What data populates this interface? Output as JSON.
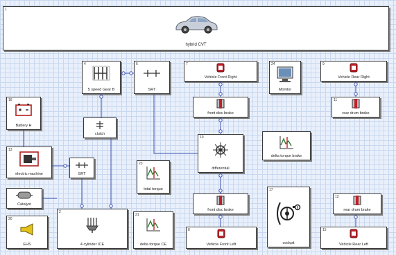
{
  "header": {
    "title": "hybrid CVT"
  },
  "blocks": {
    "speed_gear": {
      "num": "4",
      "label": "5 speed Gear B"
    },
    "srt_top": {
      "num": "6",
      "label": "SRT"
    },
    "vehicle_front_right": {
      "num": "7",
      "label": "Vehicle   Front Right"
    },
    "monitor": {
      "num": "24",
      "label": "Monitor"
    },
    "vehicle_rear_right": {
      "num": "9",
      "label": "Vehicle   Rear Right"
    },
    "battery": {
      "num": "16",
      "label": "Battery H"
    },
    "clutch": {
      "num": "",
      "label": "clutch"
    },
    "front_disc_brake_top": {
      "num": "",
      "label": "front disc brake"
    },
    "rear_drum_brake_top": {
      "num": "11",
      "label": "rear drum brake"
    },
    "differential": {
      "num": "10",
      "label": "differential"
    },
    "delta_torque_brake": {
      "num": "",
      "label": "delta torque brake"
    },
    "electric_machine": {
      "num": "13",
      "label": "electric machine"
    },
    "srt_mid": {
      "num": "",
      "label": "SRT"
    },
    "total_torque": {
      "num": "23",
      "label": "total torque"
    },
    "catalyst": {
      "num": "",
      "label": "Catalyst"
    },
    "front_disc_brake_bot": {
      "num": "",
      "label": "front disc brake"
    },
    "cockpit": {
      "num": "17",
      "label": "cockpit"
    },
    "rear_drum_brake_bot": {
      "num": "12",
      "label": "rear drum brake"
    },
    "ehs": {
      "num": "20",
      "label": "EHS"
    },
    "four_cyl_ice": {
      "num": "2",
      "label": "4 cylinder ICE"
    },
    "delta_torque_ce": {
      "num": "21",
      "label": "delta torque CE"
    },
    "vehicle_front_left": {
      "num": "8",
      "label": "Vehicle   Front Left"
    },
    "vehicle_rear_left": {
      "num": "15",
      "label": "Vehicle   Rear Left"
    }
  },
  "colors": {
    "connector": "#3a4fb0",
    "link_red": "#b02020",
    "wheel_red": "#c0202a"
  }
}
